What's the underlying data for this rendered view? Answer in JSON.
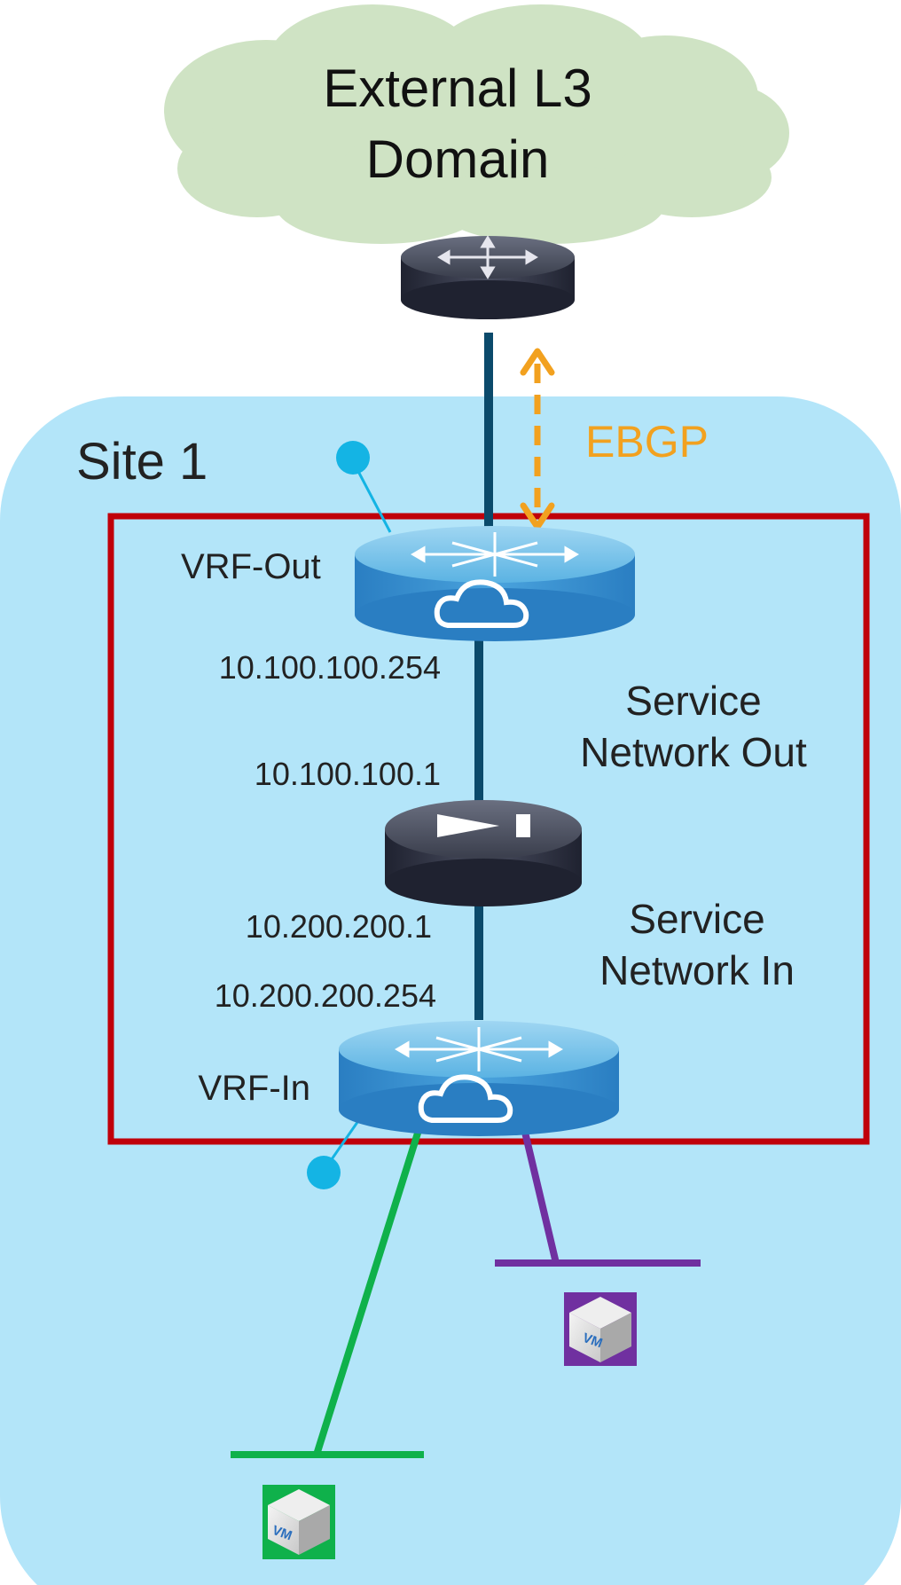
{
  "cloud": {
    "line1": "External L3",
    "line2": "Domain"
  },
  "site": {
    "label": "Site 1"
  },
  "peering": {
    "label": "EBGP"
  },
  "routers": {
    "vrf_out": {
      "label": "VRF-Out",
      "ip": "10.100.100.254"
    },
    "vrf_in": {
      "label": "VRF-In",
      "ip": "10.200.200.254"
    }
  },
  "firewall": {
    "ip_out": "10.100.100.1",
    "ip_in": "10.200.200.1"
  },
  "networks": {
    "service_out": {
      "line1": "Service",
      "line2": "Network Out"
    },
    "service_in": {
      "line1": "Service",
      "line2": "Network In"
    }
  },
  "vms": {
    "green": {
      "label": "VM"
    },
    "purple": {
      "label": "VM"
    }
  },
  "colors": {
    "site_bg": "#b3e5f9",
    "cloud": "#cfe3c4",
    "vrf_box": "#c0000a",
    "link": "#0b4a6b",
    "ebgp": "#f2a11f",
    "green_net": "#0fb14b",
    "purple_net": "#7030a0",
    "pin": "#14b4e4"
  }
}
